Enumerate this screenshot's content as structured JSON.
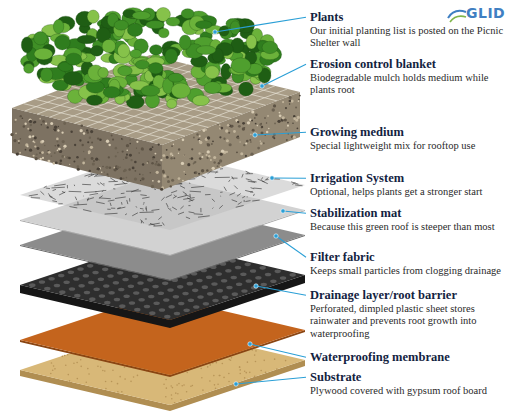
{
  "diagram": {
    "labels": [
      "GLID",
      "Plants",
      "Our initial planting list is posted on the Picnic Shelter wall",
      "Erosion control blanket",
      "Biodegradable mulch holds medium while plants root",
      "Growing medium",
      "Special lightweight mix for rooftop use",
      "Irrigation System",
      "Optional, helps plants get a stronger start",
      "Stabilization mat",
      "Because this green roof is steeper than most",
      "Filter fabric",
      "Keeps small particles from clogging drainage",
      "Drainage layer/root barrier",
      "Perforated, dimpled plastic sheet stores rainwater and prevents root growth into waterproofing",
      "Waterproofing membrane",
      "Substrate",
      "Plywood covered with gypsum roof board"
    ]
  }
}
